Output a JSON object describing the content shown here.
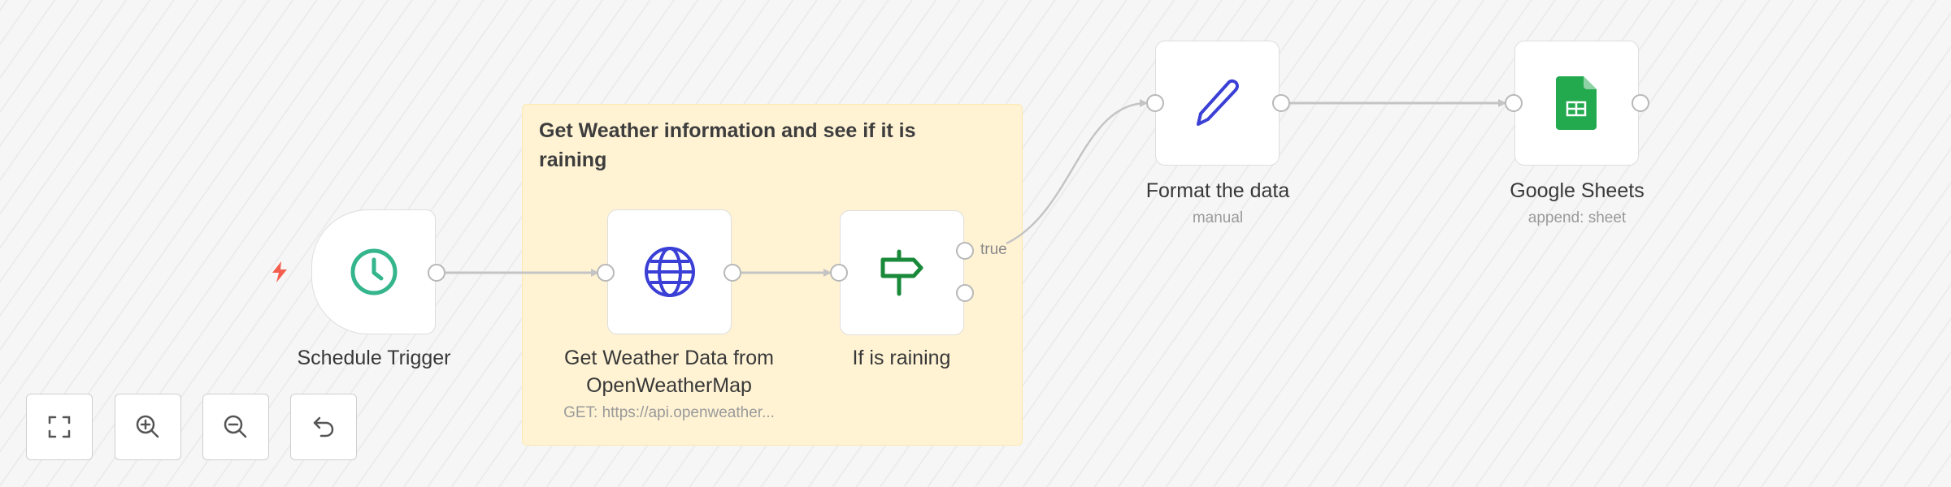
{
  "sticky_note": {
    "text": "Get Weather information and see if it is raining"
  },
  "nodes": [
    {
      "id": "schedule-trigger",
      "title": "Schedule Trigger",
      "subtitle": "",
      "icon": "clock-icon",
      "color": "#35b58c"
    },
    {
      "id": "get-weather",
      "title": "Get Weather Data from OpenWeatherMap",
      "subtitle": "GET: https://api.openweather...",
      "icon": "globe-icon",
      "color": "#3a3fd6"
    },
    {
      "id": "if-raining",
      "title": "If is raining",
      "subtitle": "",
      "icon": "signpost-icon",
      "color": "#1a8a3a",
      "outputs": [
        "true",
        ""
      ]
    },
    {
      "id": "format-data",
      "title": "Format the data",
      "subtitle": "manual",
      "icon": "pencil-icon",
      "color": "#3a3fd6"
    },
    {
      "id": "google-sheets",
      "title": "Google Sheets",
      "subtitle": "append: sheet",
      "icon": "google-sheets-icon",
      "color": "#23a94e"
    }
  ],
  "connections": [
    {
      "from": "schedule-trigger",
      "to": "get-weather"
    },
    {
      "from": "get-weather",
      "to": "if-raining"
    },
    {
      "from": "if-raining",
      "output": "true",
      "to": "format-data"
    },
    {
      "from": "format-data",
      "to": "google-sheets"
    }
  ],
  "labels": {
    "true_output": "true"
  },
  "controls": [
    {
      "name": "fit-view",
      "icon": "fullscreen-icon"
    },
    {
      "name": "zoom-in",
      "icon": "zoom-in-icon"
    },
    {
      "name": "zoom-out",
      "icon": "zoom-out-icon"
    },
    {
      "name": "reset-zoom",
      "icon": "undo-icon"
    }
  ],
  "colors": {
    "trigger_bolt": "#f45e4e",
    "edge": "#c4c4c4",
    "sticky_bg": "#fff3d4"
  }
}
